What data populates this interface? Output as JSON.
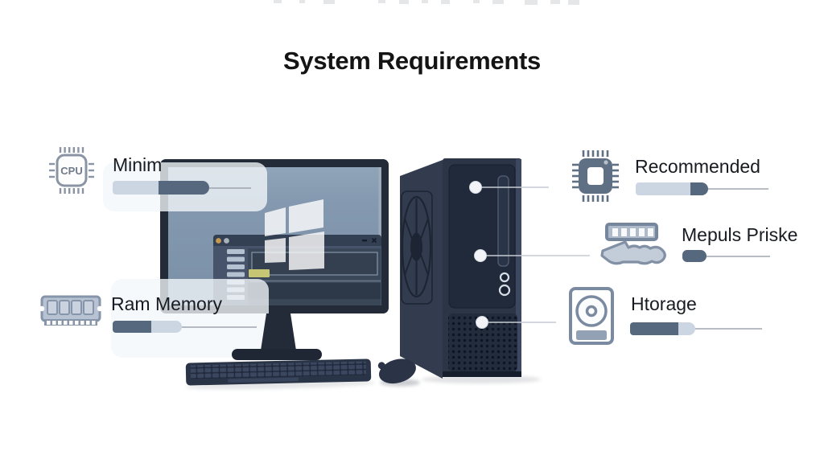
{
  "page": {
    "title": "System Requirements"
  },
  "callouts": [
    {
      "id": "cpu-minimum",
      "side": "left",
      "icon": "cpu-chip-outline-icon",
      "icon_label": "CPU",
      "label": "Minim",
      "bar": {
        "segments": [
          {
            "tone": "light",
            "width": 57
          },
          {
            "tone": "dark",
            "width": 63
          }
        ],
        "line_width": 52
      }
    },
    {
      "id": "ram-memory",
      "side": "left",
      "icon": "ram-module-icon",
      "label": "Ram Memory",
      "bar": {
        "segments": [
          {
            "tone": "dark",
            "width": 48
          },
          {
            "tone": "light",
            "width": 38
          }
        ],
        "line_width": 93
      }
    },
    {
      "id": "recommended",
      "side": "right",
      "icon": "cpu-chip-filled-icon",
      "label": "Recommended",
      "bar": {
        "segments": [
          {
            "tone": "light",
            "width": 68
          },
          {
            "tone": "dark",
            "width": 22
          }
        ],
        "line_width": 75
      }
    },
    {
      "id": "memory-speed",
      "side": "right",
      "icon": "ram-connector-icon",
      "label": "Mepuls Priske",
      "bar": {
        "segments": [
          {
            "tone": "dark",
            "width": 30
          }
        ],
        "line_width": 79
      }
    },
    {
      "id": "storage",
      "side": "right",
      "icon": "hard-drive-icon",
      "label": "Htorage",
      "bar": {
        "segments": [
          {
            "tone": "dark",
            "width": 60
          },
          {
            "tone": "light",
            "width": 21
          }
        ],
        "line_width": 83
      }
    }
  ],
  "colors": {
    "background": "#ffffff",
    "text": "#181b21",
    "bar_dark": "#56687e",
    "bar_light": "#ccd6e2",
    "callout_line": "#9aa0a9",
    "screen_blue": "#7e94ab",
    "case_navy": "#2b3545",
    "bezel": "#232a38",
    "window_titlebar": "#333f52",
    "window_body": "#46536a",
    "sidebar_item": "#b4c1d1",
    "highlight_button_yellow": "#c6c573",
    "icon_slate": "#8b94a4"
  }
}
